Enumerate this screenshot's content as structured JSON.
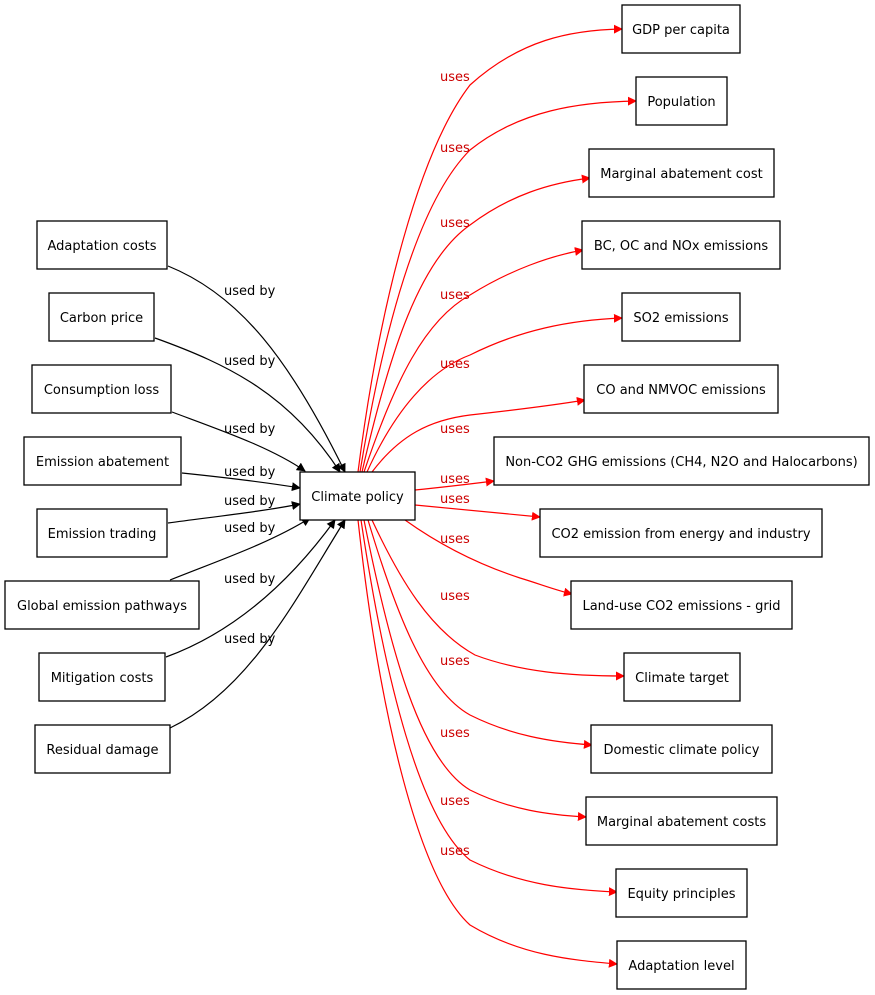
{
  "center": {
    "label": "Climate policy"
  },
  "left_nodes": [
    {
      "label": "Adaptation costs",
      "edge_label": "used by"
    },
    {
      "label": "Carbon price",
      "edge_label": "used by"
    },
    {
      "label": "Consumption loss",
      "edge_label": "used by"
    },
    {
      "label": "Emission abatement",
      "edge_label": "used by"
    },
    {
      "label": "Emission trading",
      "edge_label": "used by"
    },
    {
      "label": "Global emission pathways",
      "edge_label": "used by"
    },
    {
      "label": "Mitigation costs",
      "edge_label": "used by"
    },
    {
      "label": "Residual damage",
      "edge_label": "used by"
    }
  ],
  "right_nodes": [
    {
      "label": "GDP per capita",
      "edge_label": "uses"
    },
    {
      "label": "Population",
      "edge_label": "uses"
    },
    {
      "label": "Marginal abatement cost",
      "edge_label": "uses"
    },
    {
      "label": "BC, OC and NOx emissions",
      "edge_label": "uses"
    },
    {
      "label": "SO2 emissions",
      "edge_label": "uses"
    },
    {
      "label": "CO and NMVOC emissions",
      "edge_label": "uses"
    },
    {
      "label": "Non-CO2 GHG emissions (CH4, N2O and Halocarbons)",
      "edge_label": "uses"
    },
    {
      "label": "CO2 emission from energy and industry",
      "edge_label": "uses"
    },
    {
      "label": "Land-use CO2 emissions - grid",
      "edge_label": "uses"
    },
    {
      "label": "Climate target",
      "edge_label": "uses"
    },
    {
      "label": "Domestic climate policy",
      "edge_label": "uses"
    },
    {
      "label": "Marginal abatement costs",
      "edge_label": "uses"
    },
    {
      "label": "Equity principles",
      "edge_label": "uses"
    },
    {
      "label": "Adaptation level",
      "edge_label": "uses"
    }
  ],
  "colors": {
    "used_by_edge": "#000000",
    "uses_edge": "#ff0000",
    "uses_label": "#cc0000"
  }
}
